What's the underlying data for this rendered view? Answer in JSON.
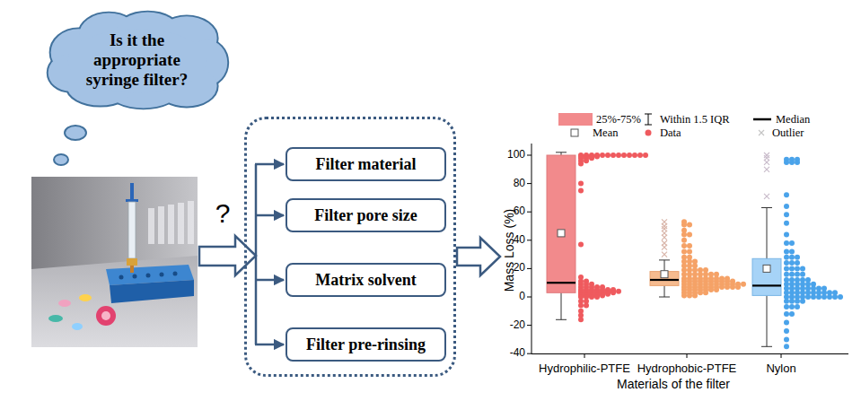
{
  "diagram": {
    "nodes": [
      {
        "text": [
          "Is it the appropriate syringe filter?"
        ]
      },
      {
        "text": []
      },
      {
        "text": [
          "Filter material"
        ],
        "in": 1
      },
      {
        "text": [
          "Filter pore size"
        ],
        "in": 1
      },
      {
        "text": [
          "Matrix solvent"
        ],
        "in": 1
      },
      {
        "text": [
          "Filter pre-rinsing"
        ],
        "in": 1
      }
    ],
    "labels": [
      "?",
      "Mass Loss (%)",
      "100",
      "80",
      "60",
      "40",
      "20",
      "0",
      "-20",
      "-40",
      "Hydrophilic-PTFE",
      "Hydrophobic-PTFE",
      "Nylon",
      "Materials of the filter"
    ],
    "legend": [
      {
        "text": "25%-75%",
        "color": "#f28a8c"
      },
      {
        "text": "Within 1.5 IQR"
      },
      {
        "text": "Median"
      },
      {
        "text": "Mean"
      },
      {
        "text": "Data"
      },
      {
        "text": "Outlier"
      }
    ]
  }
}
